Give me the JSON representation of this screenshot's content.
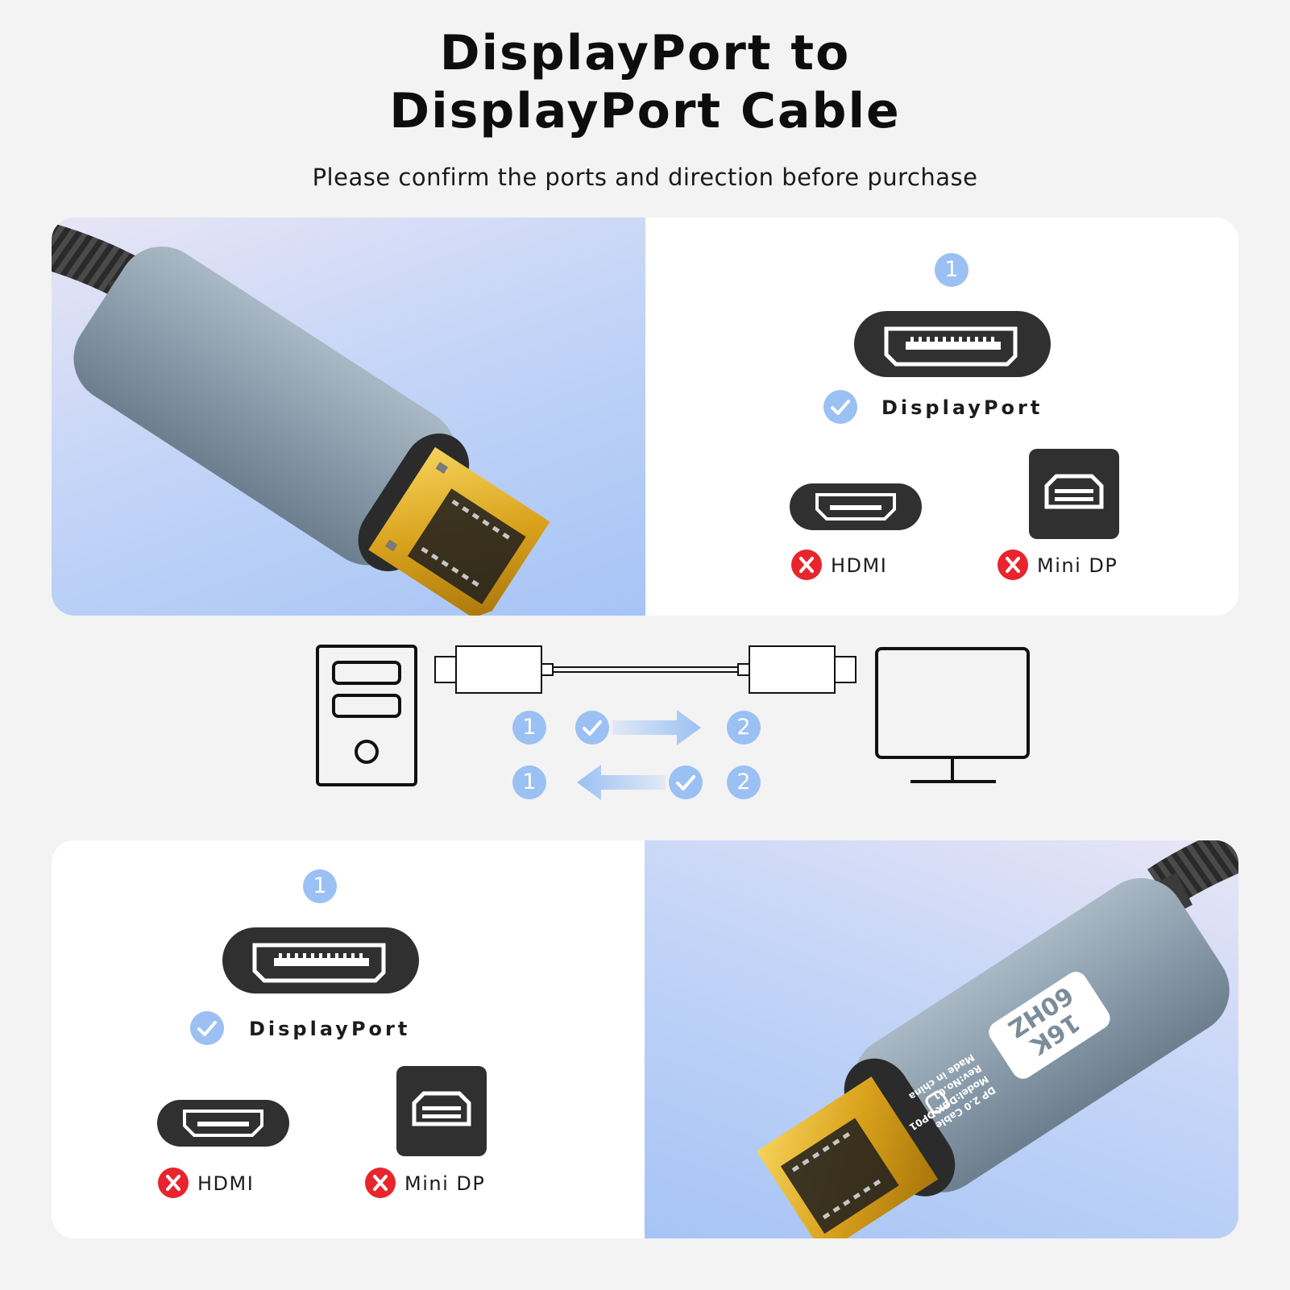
{
  "title": {
    "line1": "DisplayPort to",
    "line2": "DisplayPort Cable"
  },
  "subtitle": "Please confirm the ports and direction before purchase",
  "ports": {
    "step_number": "1",
    "correct_label": "DisplayPort",
    "wrong_1": "HDMI",
    "wrong_2": "Mini DP"
  },
  "direction": {
    "end_a": "1",
    "end_b": "2"
  },
  "product_label": {
    "resolution": "16K",
    "refresh": "60HZ",
    "line1": "DP 2.0 Cable",
    "line2": "Model:DGK-DP01",
    "line3": "Rev:No.01",
    "line4": "Made in china"
  },
  "colors": {
    "accent_blue": "#9bc0f3",
    "wrong_red": "#e8242d",
    "port_dark": "#2f2f2f"
  }
}
